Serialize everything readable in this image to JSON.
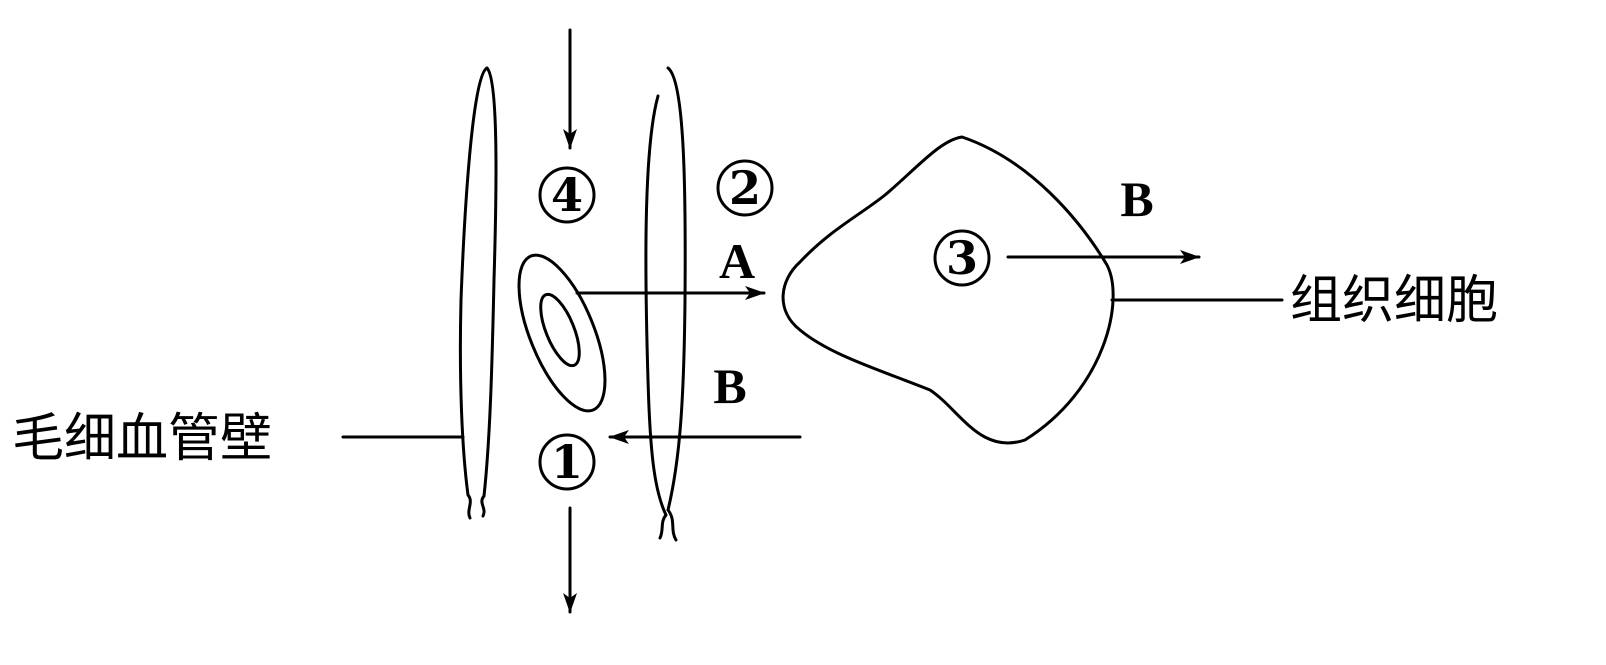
{
  "markers": {
    "m1": "1",
    "m2": "2",
    "m3": "3",
    "m4": "4"
  },
  "arrow_labels": {
    "a": "A",
    "b_top": "B",
    "b_bottom": "B"
  },
  "callouts": {
    "wall": "毛细血管壁",
    "cell": "组织细胞"
  }
}
